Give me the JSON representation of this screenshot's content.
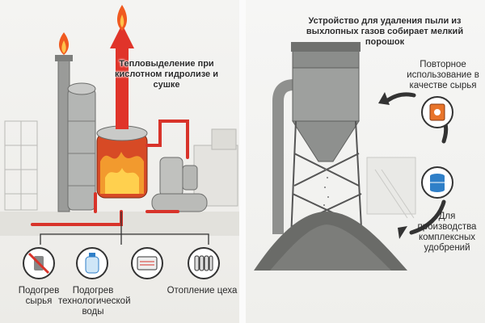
{
  "left_panel": {
    "heat_label": "Тепловыделение при кислотном гидролизе и сушке",
    "uses": [
      {
        "label": "Подогрев сырья",
        "icon": "no-fuel-icon"
      },
      {
        "label": "Подогрев технологической воды",
        "icon": "water-bottle-icon"
      },
      {
        "label": "Отопление цеха",
        "icon": "radiator-icon"
      }
    ],
    "heater_icon": "heater-unit-icon"
  },
  "right_panel": {
    "title": "Устройство для удаления пыли из выхлопных газов собирает мелкий порошок",
    "reuse_label": "Повторное использование в качестве сырья",
    "fertilizer_label": "Для производства комплексных удобрений",
    "icons": [
      "raw-material-box-icon",
      "fertilizer-barrel-icon"
    ]
  },
  "colors": {
    "heat_arrow": "#e0342a",
    "pipe": "#d8332a",
    "icon_orange": "#e8742a",
    "icon_blue": "#2f7fc8"
  }
}
